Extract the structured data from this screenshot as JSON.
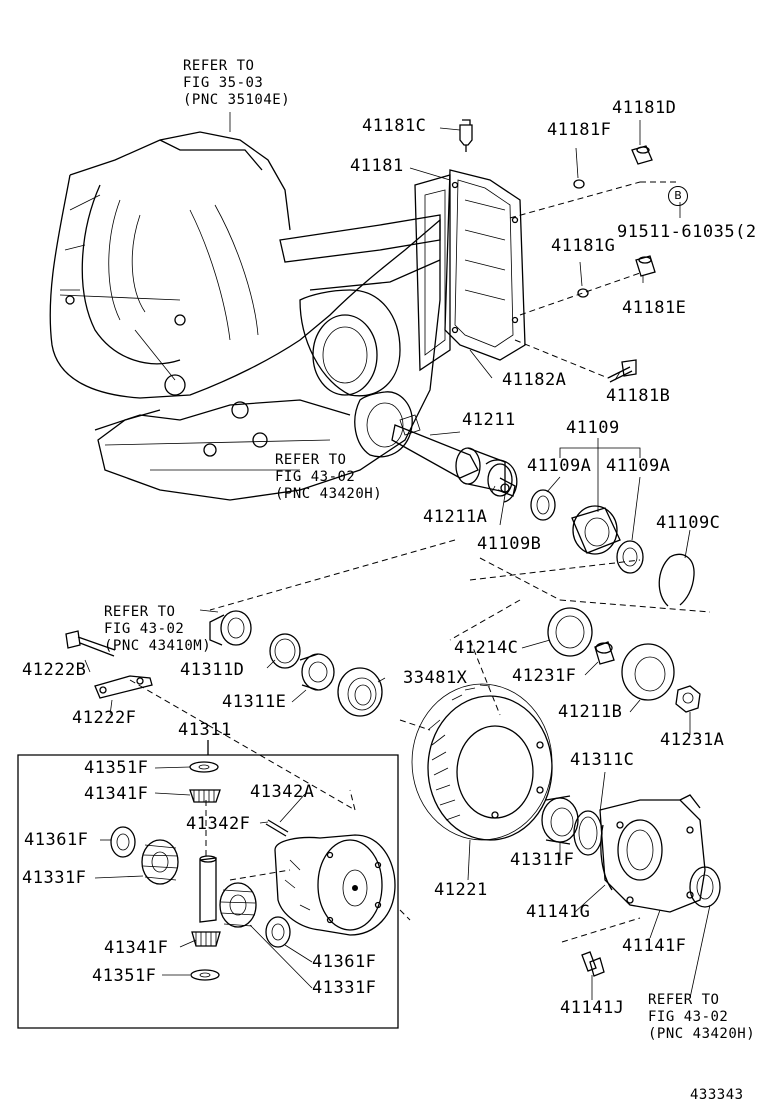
{
  "refs": {
    "fig35_03": "REFER TO\nFIG 35-03\n(PNC 35104E)",
    "fig43_02_h_mid": "REFER TO\nFIG 43-02\n(PNC 43420H)",
    "fig43_02_m": "REFER TO\nFIG 43-02\n(PNC 43410M)",
    "fig43_02_h_bottom": "REFER TO\nFIG 43-02\n(PNC 43420H)"
  },
  "callout_b": "B",
  "parts": {
    "p41181C": "41181C",
    "p41181D": "41181D",
    "p41181F": "41181F",
    "p41181": "41181",
    "p91511": "91511-61035(2",
    "p41181G": "41181G",
    "p41181E": "41181E",
    "p41182A": "41182A",
    "p41181B": "41181B",
    "p41211": "41211",
    "p41109": "41109",
    "p41109A_1": "41109A",
    "p41109A_2": "41109A",
    "p41211A": "41211A",
    "p41109B": "41109B",
    "p41109C": "41109C",
    "p41214C": "41214C",
    "p41222B": "41222B",
    "p41311D": "41311D",
    "p33481X": "33481X",
    "p41231F": "41231F",
    "p41311E": "41311E",
    "p41211B": "41211B",
    "p41222F": "41222F",
    "p41231A": "41231A",
    "p41311": "41311",
    "p41351F_1": "41351F",
    "p41341F_1": "41341F",
    "p41342A": "41342A",
    "p41342F": "41342F",
    "p41311C": "41311C",
    "p41361F_1": "41361F",
    "p41331F_1": "41331F",
    "p41311F": "41311F",
    "p41221": "41221",
    "p41141G": "41141G",
    "p41141F": "41141F",
    "p41341F_2": "41341F",
    "p41361F_2": "41361F",
    "p41351F_2": "41351F",
    "p41331F_2": "41331F",
    "p41141J": "41141J"
  },
  "diagram_id": "433343"
}
